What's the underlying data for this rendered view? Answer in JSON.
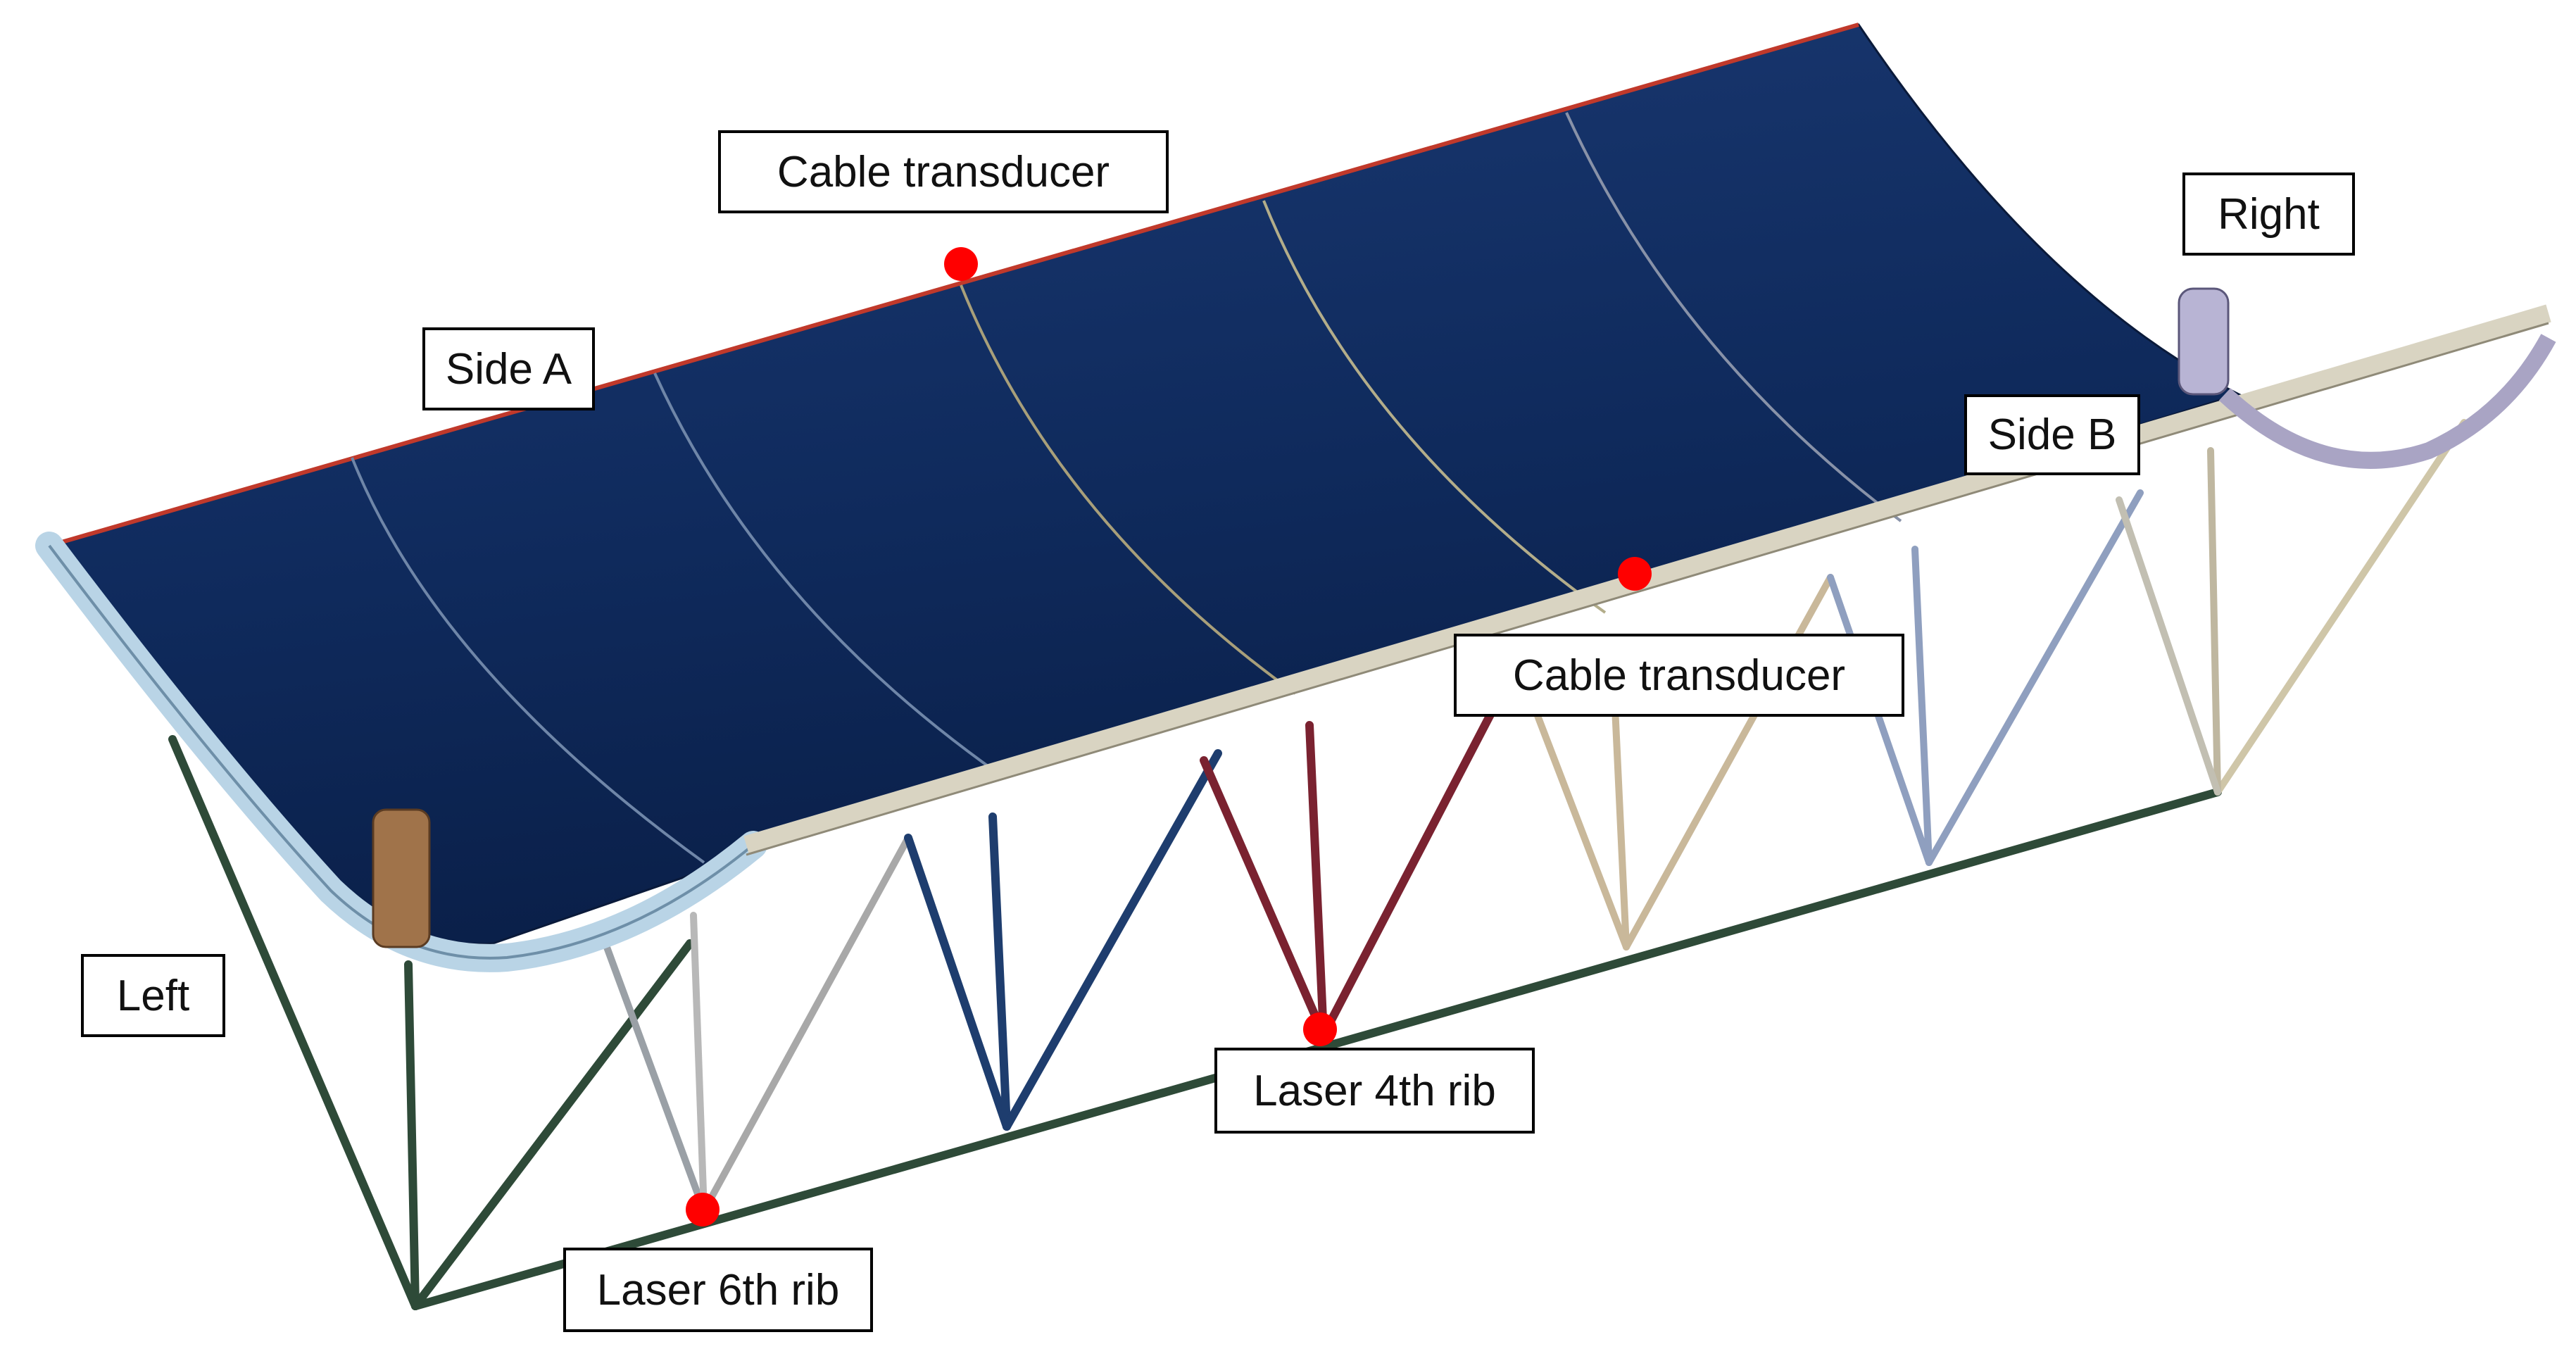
{
  "labels": {
    "cable_top": "Cable transducer",
    "cable_mid": "Cable transducer",
    "side_a": "Side A",
    "side_b": "Side B",
    "right": "Right",
    "left": "Left",
    "laser_4th": "Laser 4th rib",
    "laser_6th": "Laser 6th rib"
  },
  "colors": {
    "panel": "#0f2a5c",
    "panel_light": "#1a3a72",
    "top_edge": "#c0392b",
    "rail": "#d9d4c2",
    "truss_green": "#2e4a38",
    "marker": "#ff0000",
    "curved_rib": "#b9d4e6"
  }
}
